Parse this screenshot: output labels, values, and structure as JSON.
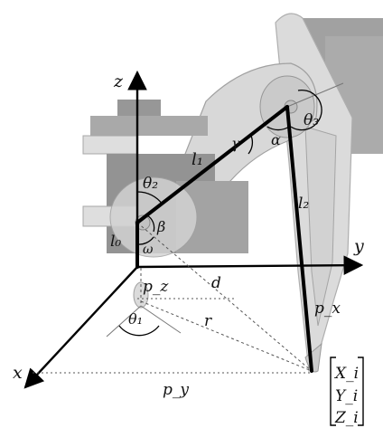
{
  "labels": {
    "z": "z",
    "y": "y",
    "x": "x",
    "theta1": "θ₁",
    "theta2": "θ₂",
    "theta3": "θ₃",
    "l0": "l₀",
    "l1": "l₁",
    "l2": "l₂",
    "beta": "β",
    "gamma": "γ",
    "alpha": "α",
    "omega": "ω",
    "d": "d",
    "r": "r",
    "pz": "p_z",
    "px": "p_x",
    "py": "p_y"
  },
  "target_vector": [
    "X_i",
    "Y_i",
    "Z_i"
  ],
  "colors": {
    "mechanism_light": "#e0e0e0",
    "mechanism_mid": "#b4b4b4",
    "mechanism_dark": "#8c8c8c",
    "line": "#000000"
  }
}
